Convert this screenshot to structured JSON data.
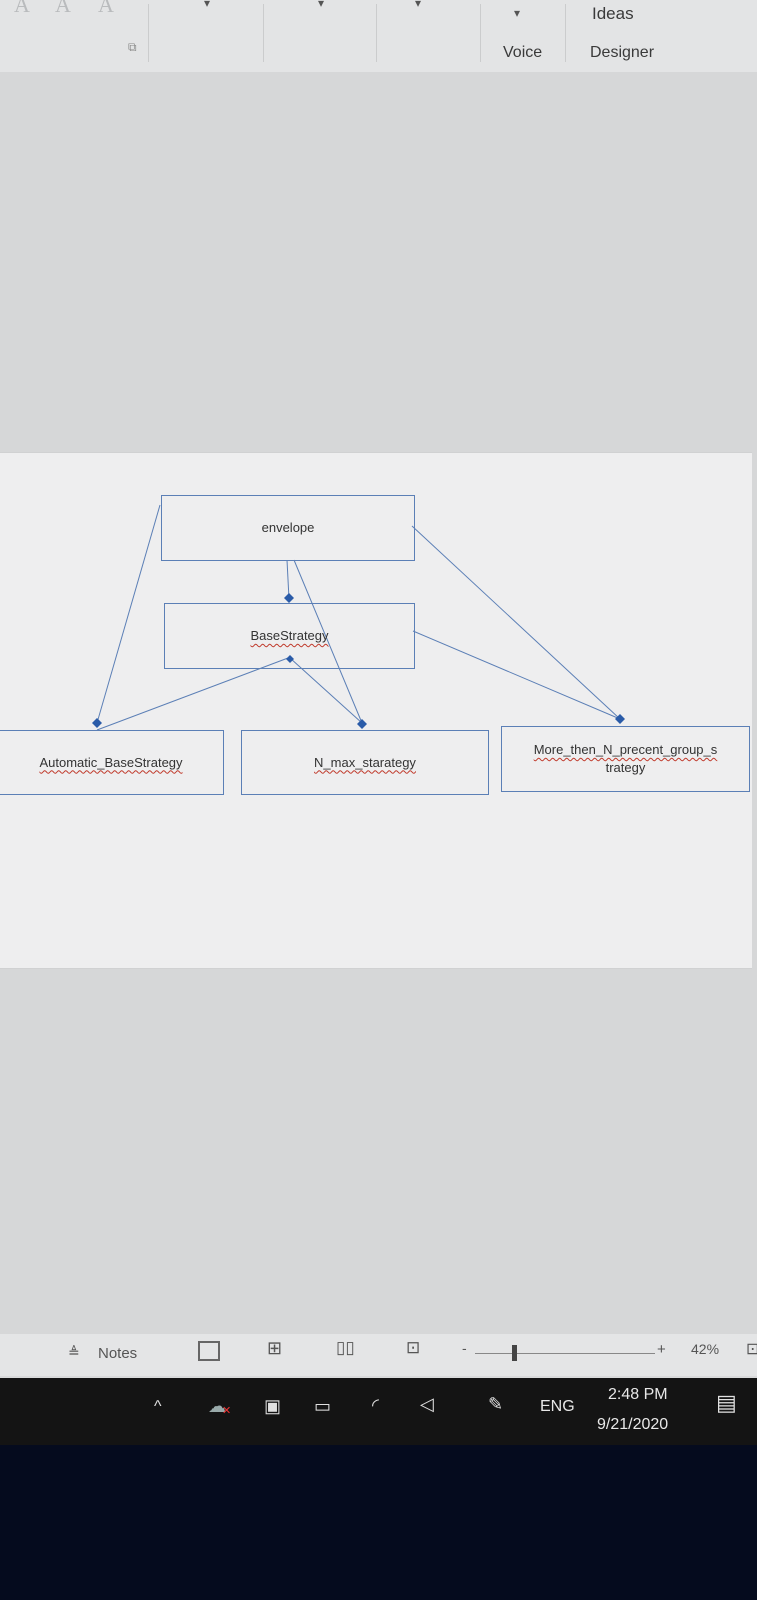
{
  "ribbon": {
    "font_glyphs": [
      "A",
      "A",
      "A"
    ],
    "voice_label": "Voice",
    "ideas_label": "Ideas",
    "designer_label": "Designer"
  },
  "diagram": {
    "envelope": "envelope",
    "base_strategy": "BaseStrategy",
    "automatic_strategy": "Automatic_BaseStrategy",
    "n_max_strategy": "N_max_starategy",
    "more_then_line1": "More_then_N_precent_group_s",
    "more_then_line2": "trategy"
  },
  "statusbar": {
    "notes_label": "Notes",
    "zoom_minus": "-",
    "zoom_plus": "+",
    "zoom_level": "42%"
  },
  "taskbar": {
    "language": "ENG",
    "time": "2:48 PM",
    "date": "9/21/2020"
  },
  "colors": {
    "connector": "#5b7fb6",
    "diamond": "#2a5ba8",
    "spell_underline": "#c0392b"
  }
}
